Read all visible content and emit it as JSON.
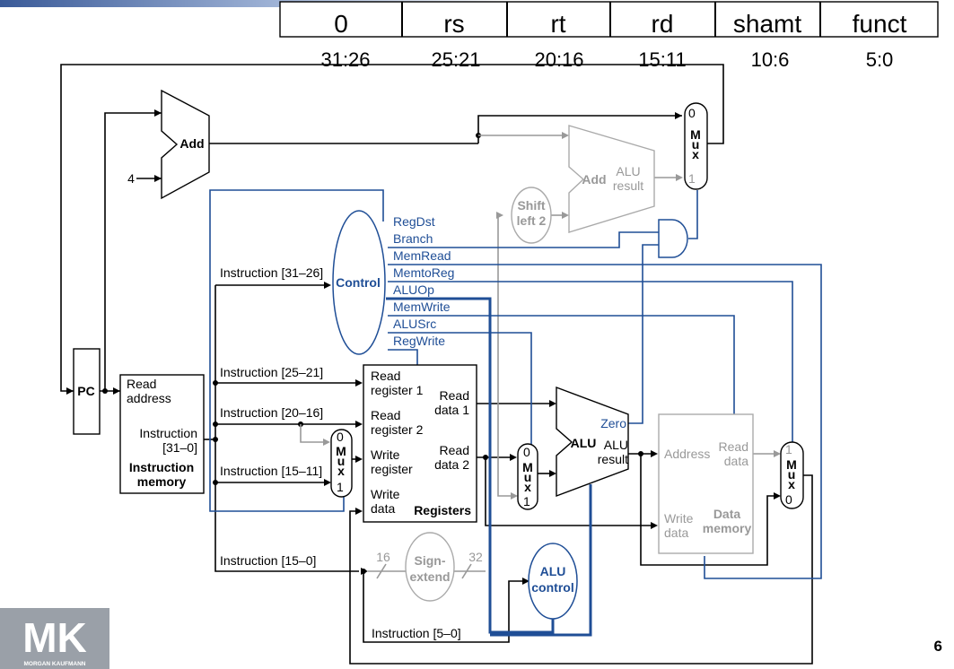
{
  "format": {
    "fields": [
      "0",
      "rs",
      "rt",
      "rd",
      "shamt",
      "funct"
    ],
    "bits": [
      "31:26",
      "25:21",
      "20:16",
      "15:11",
      "10:6",
      "5:0"
    ]
  },
  "blocks": {
    "pc": "PC",
    "add_pc": "Add",
    "four": "4",
    "imem_read_address": [
      "Read",
      "address"
    ],
    "imem_instruction": [
      "Instruction",
      "[31–0]"
    ],
    "imem_title": [
      "Instruction",
      "memory"
    ],
    "control": "Control",
    "reg_read1": [
      "Read",
      "register 1"
    ],
    "reg_read2": [
      "Read",
      "register 2"
    ],
    "reg_write_reg": [
      "Write",
      "register"
    ],
    "reg_write_data": [
      "Write",
      "data"
    ],
    "reg_read_data1": [
      "Read",
      "data 1"
    ],
    "reg_read_data2": [
      "Read",
      "data 2"
    ],
    "reg_title": "Registers",
    "shift": [
      "Shift",
      "left 2"
    ],
    "add_branch": "Add",
    "add_branch_result": [
      "ALU",
      "result"
    ],
    "alu": "ALU",
    "alu_zero": "Zero",
    "alu_result": [
      "ALU",
      "result"
    ],
    "dmem_address": "Address",
    "dmem_read_data": [
      "Read",
      "data"
    ],
    "dmem_write_data": [
      "Write",
      "data"
    ],
    "dmem_title": [
      "Data",
      "memory"
    ],
    "sign_extend": [
      "Sign-",
      "extend"
    ],
    "sign_in_width": "16",
    "sign_out_width": "32",
    "alu_control": [
      "ALU",
      "control"
    ],
    "mux_letters": [
      "M",
      "u",
      "x"
    ],
    "mux_zero": "0",
    "mux_one": "1"
  },
  "control_signals": [
    "RegDst",
    "Branch",
    "MemRead",
    "MemtoReg",
    "ALUOp",
    "MemWrite",
    "ALUSrc",
    "RegWrite"
  ],
  "instruction_fields": {
    "i31_26": "Instruction [31–26]",
    "i25_21": "Instruction [25–21]",
    "i20_16": "Instruction [20–16]",
    "i15_11": "Instruction [15–11]",
    "i15_0": "Instruction [15–0]",
    "i5_0": "Instruction [5–0]"
  },
  "footer": {
    "logo": "MK",
    "logo_sub": "MORGAN KAUFMANN",
    "page_number": "6"
  },
  "colors": {
    "control_blue": "#1f4e96",
    "inactive_gray": "#999999",
    "header_bar": "#5a78b0"
  }
}
